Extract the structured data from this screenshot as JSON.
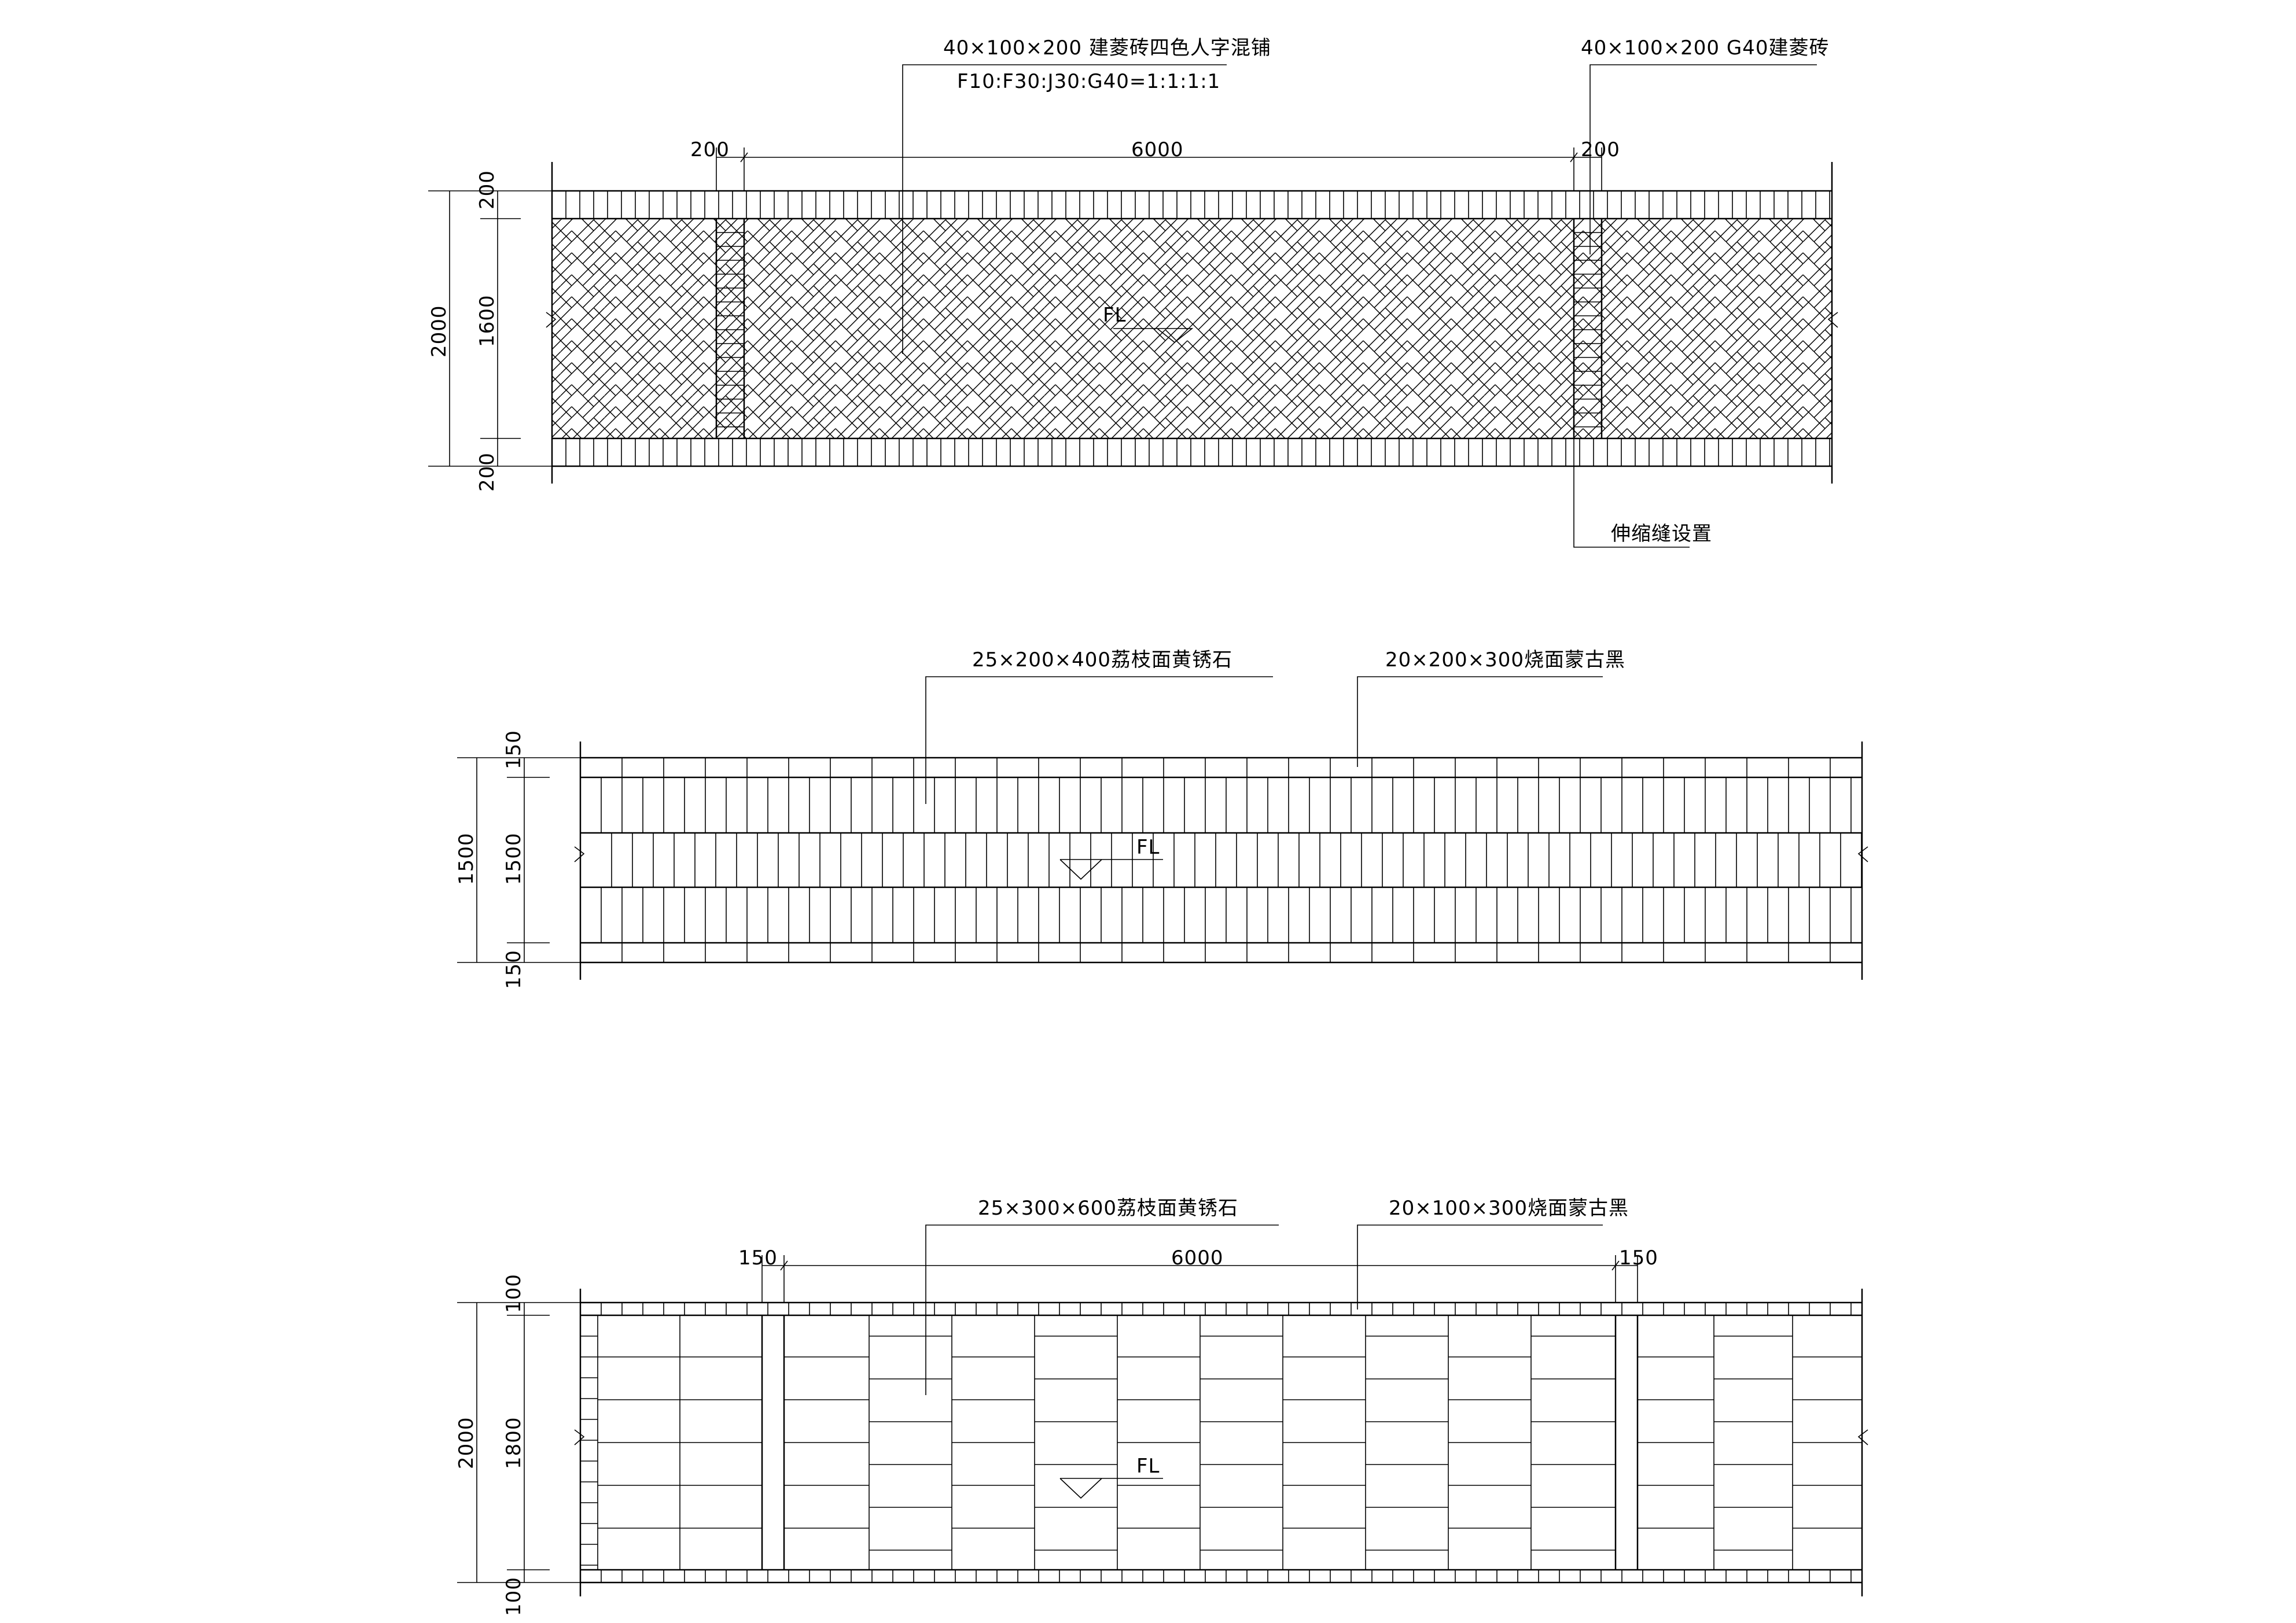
{
  "plan1": {
    "label_main_line1": "40×100×200 建菱砖四色人字混铺",
    "label_main_line2": "F10:F30:J30:G40=1:1:1:1",
    "label_edge": "40×100×200 G40建菱砖",
    "label_joint": "伸缩缝设置",
    "dim_top_left": "200",
    "dim_top_mid": "6000",
    "dim_top_right": "200",
    "dim_left_total": "2000",
    "dim_left_top": "200",
    "dim_left_mid": "1600",
    "dim_left_bottom": "200",
    "level": "FL"
  },
  "plan2": {
    "label_main": "25×200×400荔枝面黄锈石",
    "label_edge": "20×200×300烧面蒙古黑",
    "dim_left_total": "1500",
    "dim_left_top": "150",
    "dim_left_mid": "1500",
    "dim_left_bottom": "150",
    "level": "FL"
  },
  "plan3": {
    "label_main": "25×300×600荔枝面黄锈石",
    "label_edge": "20×100×300烧面蒙古黑",
    "dim_top_left": "150",
    "dim_top_mid": "6000",
    "dim_top_right": "150",
    "dim_left_total": "2000",
    "dim_left_top": "100",
    "dim_left_mid": "1800",
    "dim_left_bottom": "100",
    "level": "FL"
  }
}
